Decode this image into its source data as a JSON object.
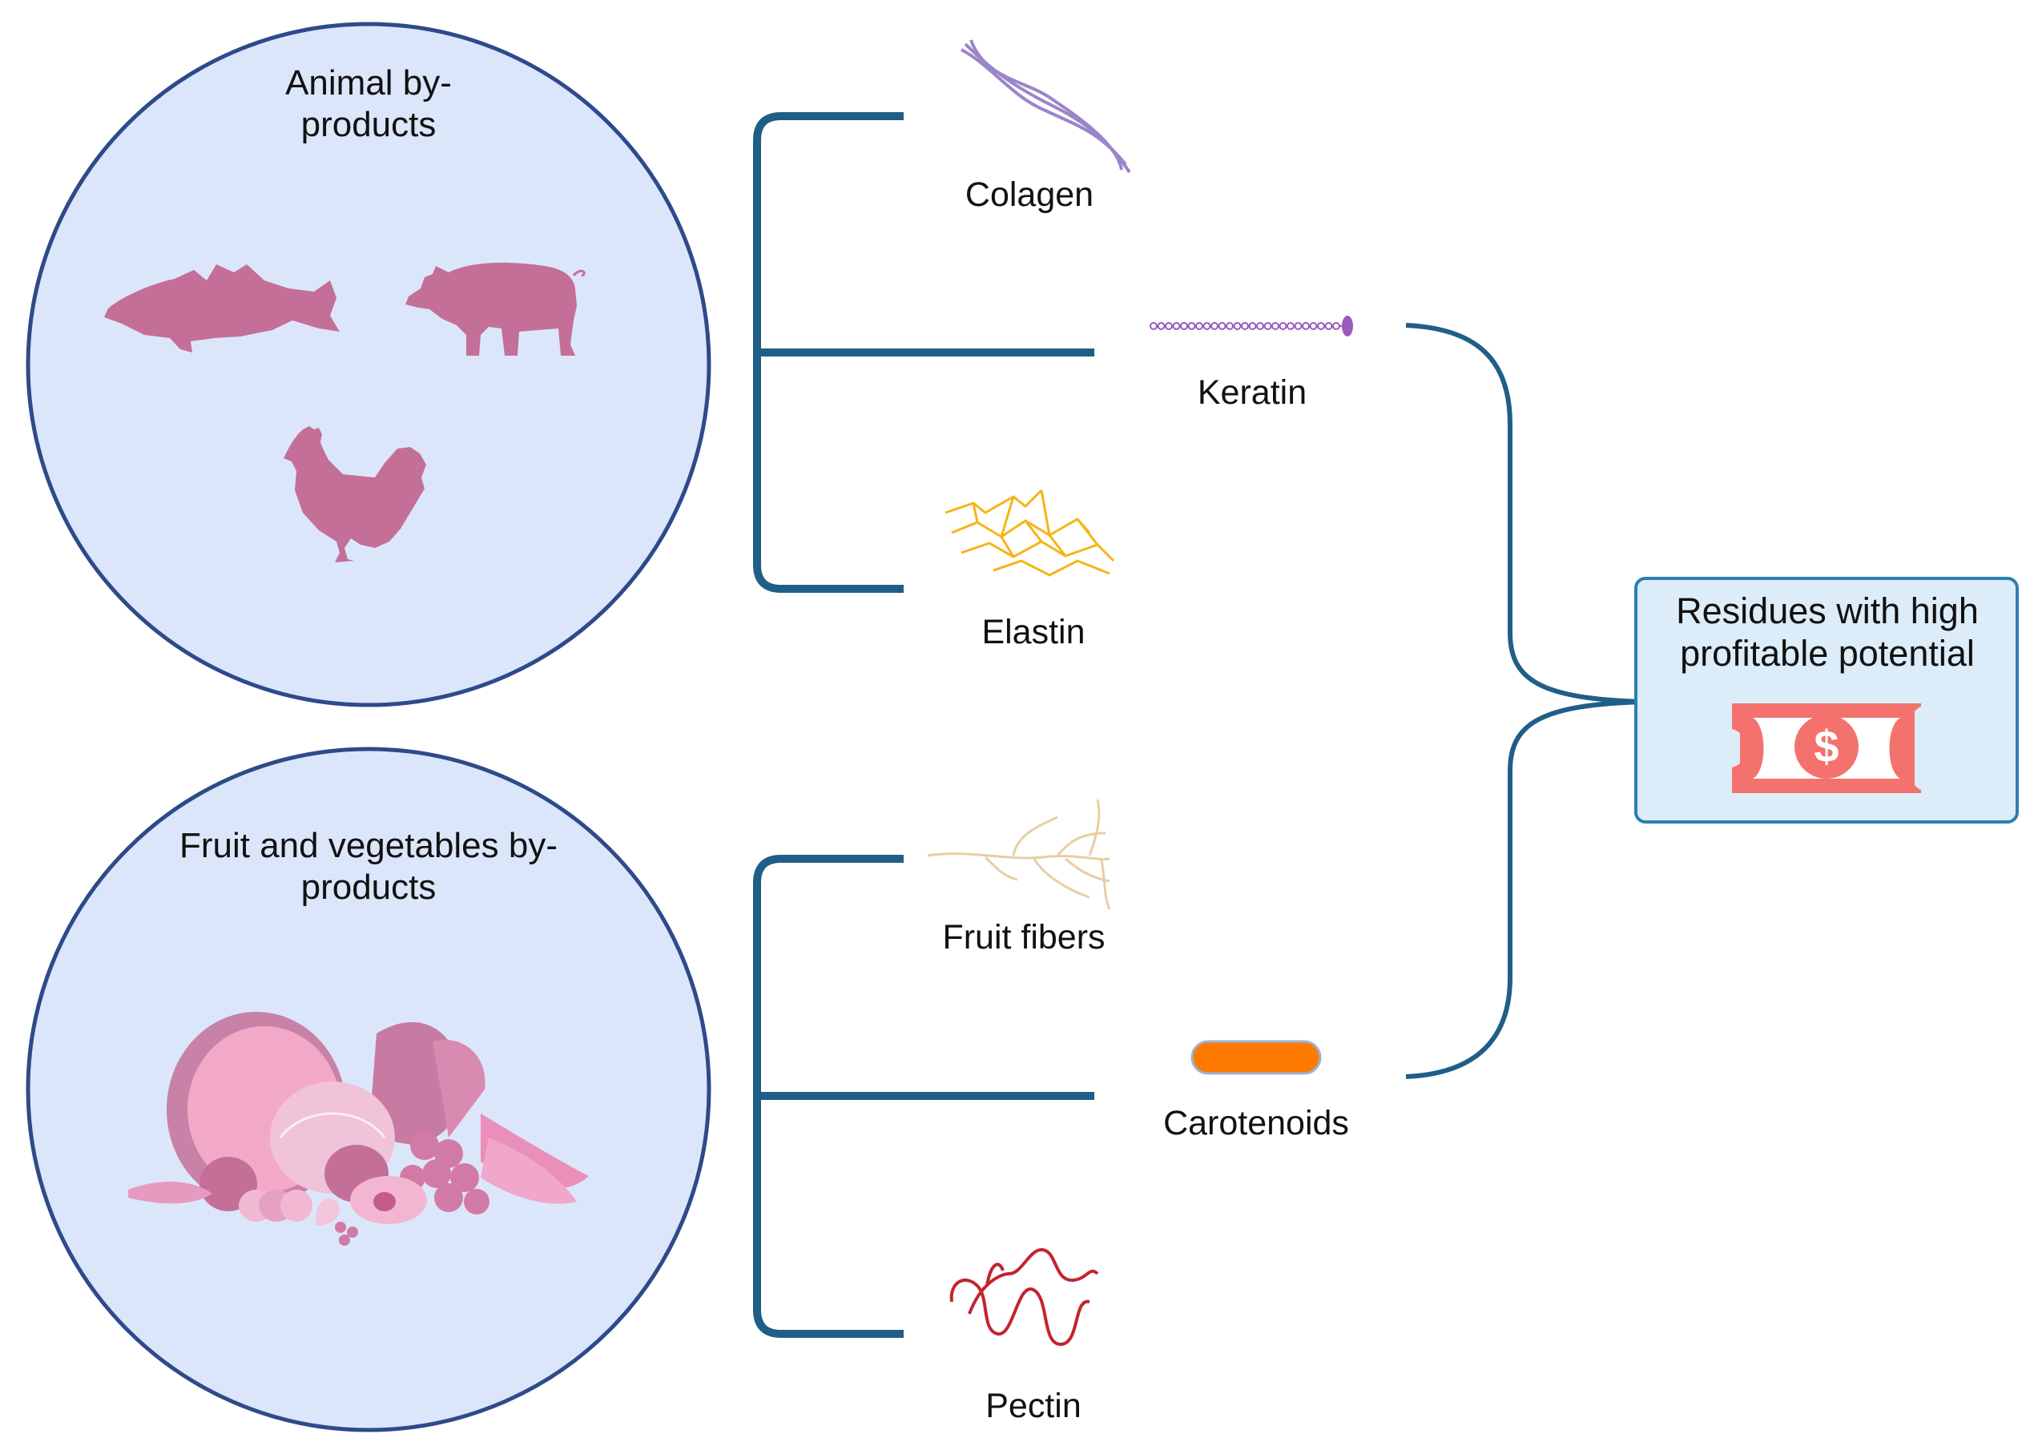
{
  "colors": {
    "circle_fill": "#dce6fa",
    "circle_stroke": "#2e4a8a",
    "bracket": "#1f5f87",
    "silhouette": "#c46f98",
    "box_fill": "#dcecf8",
    "box_stroke": "#2c7fb1",
    "money": "#f4726e",
    "carotenoid": "#ff7a00",
    "keratin": "#9b5bbd",
    "collagen": "#9b85c9",
    "elastin": "#f6b417",
    "fiber": "#e6cfa4",
    "pectin": "#c3242f"
  },
  "groups": [
    {
      "title": "Animal by-products",
      "icons": [
        "fish-icon",
        "pig-icon",
        "chicken-icon"
      ],
      "items": [
        {
          "label": "Colagen",
          "icon": "collagen-icon"
        },
        {
          "label": "Keratin",
          "icon": "keratin-icon"
        },
        {
          "label": "Elastin",
          "icon": "elastin-icon"
        }
      ]
    },
    {
      "title": "Fruit and vegetables by-products",
      "icons": [
        "produce-pile-icon"
      ],
      "items": [
        {
          "label": "Fruit fibers",
          "icon": "fruit-fibers-icon"
        },
        {
          "label": "Carotenoids",
          "icon": "carotenoid-icon"
        },
        {
          "label": "Pectin",
          "icon": "pectin-icon"
        }
      ]
    }
  ],
  "result": {
    "title": "Residues with high profitable potential",
    "icon": "money-bill-icon",
    "symbol": "$"
  }
}
